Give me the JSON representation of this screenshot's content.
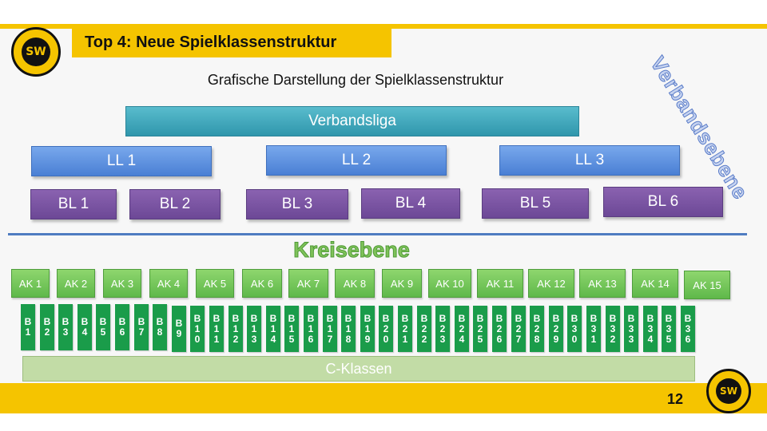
{
  "title": "Top 4: Neue Spielklassenstruktur",
  "subtitle": "Grafische Darstellung der Spielklassenstruktur",
  "verbandsebene_label": "Verbandsebene",
  "kreisebene_label": "Kreisebene",
  "top_tier": "Verbandsliga",
  "landesligen": [
    "LL 1",
    "LL 2",
    "LL 3"
  ],
  "bezirksligen": [
    "BL 1",
    "BL 2",
    "BL 3",
    "BL 4",
    "BL 5",
    "BL 6"
  ],
  "a_klassen": [
    "AK 1",
    "AK 2",
    "AK 3",
    "AK 4",
    "AK 5",
    "AK 6",
    "AK 7",
    "AK 8",
    "AK 9",
    "AK 10",
    "AK 11",
    "AK 12",
    "AK 13",
    "AK 14",
    "AK 15"
  ],
  "b_klassen": [
    "B1",
    "B2",
    "B3",
    "B4",
    "B5",
    "B6",
    "B7",
    "B8",
    "B9",
    "B10",
    "B11",
    "B12",
    "B13",
    "B14",
    "B15",
    "B16",
    "B17",
    "B18",
    "B19",
    "B20",
    "B21",
    "B22",
    "B23",
    "B24",
    "B25",
    "B26",
    "B27",
    "B28",
    "B29",
    "B30",
    "B31",
    "B32",
    "B33",
    "B34",
    "B35",
    "B36"
  ],
  "c_klassen": "C-Klassen",
  "page_number": "12",
  "logo_text": "SW",
  "colors": {
    "accent_yellow": "#f5c400",
    "verbandsliga": "#3fa6bb",
    "landesliga": "#5b8fe0",
    "bezirksliga": "#7a54a3",
    "a_klasse": "#6fc653",
    "b_klasse": "#1a9c4a",
    "c_klasse": "#c2dca6"
  }
}
